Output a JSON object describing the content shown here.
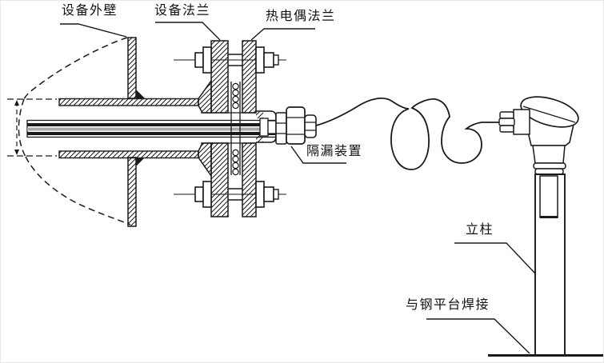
{
  "labels": {
    "equipment_wall": "设备外壁",
    "equipment_flange": "设备法兰",
    "thermocouple_flange": "热电偶法兰",
    "leak_isolation_device": "隔漏装置",
    "column": "立柱",
    "weld_to_platform": "与钢平台焊接"
  },
  "colors": {
    "line": "#1a1a1a",
    "background": "#ffffff"
  }
}
